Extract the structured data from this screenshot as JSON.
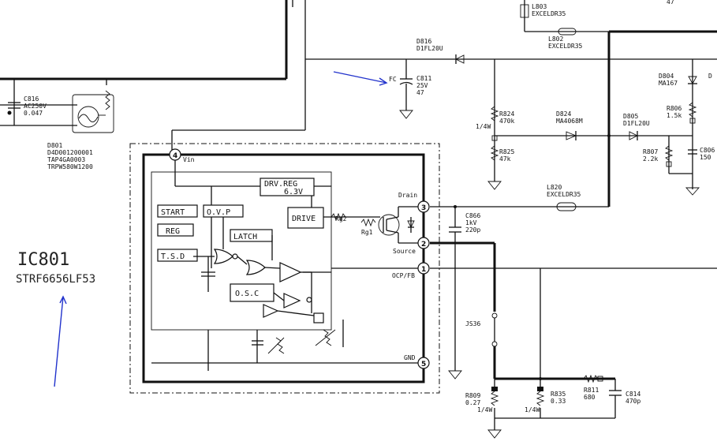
{
  "ic": {
    "name": "IC801",
    "part": "STRF6656LF53"
  },
  "blocks": {
    "start": "START",
    "ovp": "O.V.P",
    "reg": "REG",
    "latch": "LATCH",
    "tsd": "T.S.D",
    "osc": "O.S.C",
    "drv_reg": "DRV.REG",
    "drv_reg_v": "6.3V",
    "drive": "DRIVE"
  },
  "pins": {
    "p1": "1",
    "p2": "2",
    "p3": "3",
    "p4": "4",
    "p5": "5",
    "drain": "Drain",
    "source": "Source",
    "ocp": "OCP/FB",
    "gnd": "GND",
    "vin": "Vin",
    "rg2": "Rg2",
    "rg1": "Rg1"
  },
  "components": {
    "c816": [
      "C816",
      "AC250V",
      "0.047"
    ],
    "d801": [
      "D801",
      "D4D001200001",
      "TAP4GA0003",
      "TRPW580W1200"
    ],
    "d816": [
      "D816",
      "D1FL20U"
    ],
    "c811": [
      "C811",
      "25V",
      "47",
      "FC"
    ],
    "l803": [
      "L803",
      "EXCELDR35"
    ],
    "l802": [
      "L802",
      "EXCELDR35"
    ],
    "top47": "47",
    "d804": [
      "D804",
      "MA167"
    ],
    "r824": [
      "R824",
      "470k",
      "1/4W"
    ],
    "d824": [
      "D824",
      "MA4068M"
    ],
    "r825": [
      "R825",
      "47k"
    ],
    "d805": [
      "D805",
      "D1FL20U"
    ],
    "r806": [
      "R806",
      "1.5k"
    ],
    "r807": [
      "R807",
      "2.2k"
    ],
    "c806": [
      "C806",
      "150"
    ],
    "l820": [
      "L820",
      "EXCELDR35"
    ],
    "c866": [
      "C866",
      "1kV",
      "220p"
    ],
    "js36": "JS36",
    "r809": [
      "R809",
      "0.27",
      "1/4W"
    ],
    "r835": [
      "R835",
      "0.33",
      "1/4W"
    ],
    "r811": [
      "R811",
      "680"
    ],
    "c814": [
      "C814",
      "470p"
    ],
    "d_right": "D"
  }
}
